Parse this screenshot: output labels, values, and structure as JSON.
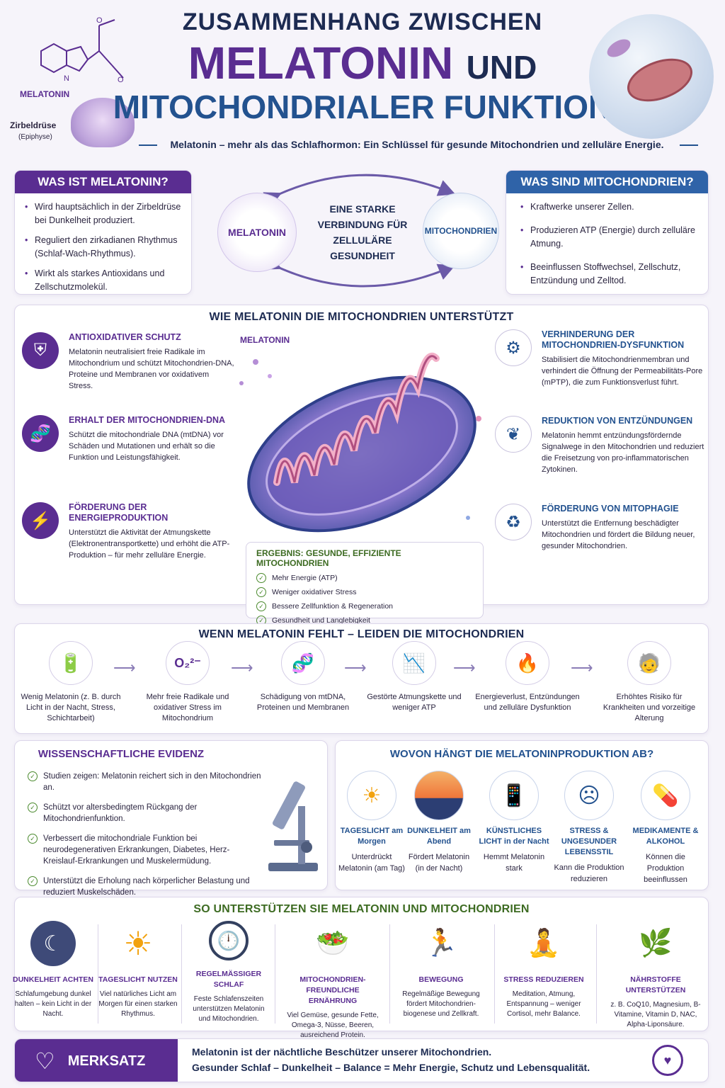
{
  "header": {
    "title_line1": "ZUSAMMENHANG ZWISCHEN",
    "title_melatonin": "MELATONIN",
    "title_und": "UND",
    "title_line3": "MITOCHONDRIALER FUNKTION",
    "subtitle": "Melatonin – mehr als das Schlafhormon: Ein Schlüssel für gesunde Mitochondrien und zelluläre Energie.",
    "molecule_label": "MELATONIN",
    "gland_label": "Zirbeldrüse",
    "gland_sub": "(Epiphyse)"
  },
  "was_melatonin": {
    "title": "WAS IST MELATONIN?",
    "items": [
      "Wird hauptsächlich in der Zirbeldrüse bei Dunkelheit produziert.",
      "Reguliert den zirkadianen Rhythmus (Schlaf-Wach-Rhythmus).",
      "Wirkt als starkes Antioxidans und Zellschutzmolekül."
    ]
  },
  "connection": {
    "left": "MELATONIN",
    "right": "MITOCHONDRIEN",
    "center": "EINE STARKE VERBINDUNG FÜR ZELLULÄRE GESUNDHEIT"
  },
  "was_mito": {
    "title": "WAS SIND MITOCHONDRIEN?",
    "items": [
      "Kraftwerke unserer Zellen.",
      "Produzieren ATP (Energie) durch zelluläre Atmung.",
      "Beeinflussen Stoffwechsel, Zellschutz, Entzündung und Zelltod."
    ]
  },
  "support": {
    "title": "WIE MELATONIN DIE MITOCHONDRIEN UNTERSTÜTZT",
    "mito_label": "MELATONIN",
    "left": [
      {
        "title": "ANTIOXIDATIVER SCHUTZ",
        "text": "Melatonin neutralisiert freie Radikale im Mitochondrium und schützt Mitochondrien-DNA, Proteine und Membranen vor oxidativem Stress.",
        "icon": "shield-icon"
      },
      {
        "title": "ERHALT DER MITOCHONDRIEN-DNA",
        "text": "Schützt die mitochondriale DNA (mtDNA) vor Schäden und Mutationen und erhält so die Funktion und Leistungsfähigkeit.",
        "icon": "dna-icon"
      },
      {
        "title": "FÖRDERUNG DER ENERGIEPRODUKTION",
        "text": "Unterstützt die Aktivität der Atmungskette (Elektronentransportkette) und erhöht die ATP-Produktion – für mehr zelluläre Energie.",
        "icon": "lightning-icon"
      }
    ],
    "right": [
      {
        "title": "VERHINDERUNG DER MITOCHONDRIEN-DYSFUNKTION",
        "text": "Stabilisiert die Mitochondrienmembran und verhindert die Öffnung der Permeabilitäts-Pore (mPTP), die zum Funktionsverlust führt.",
        "icon": "gears-icon"
      },
      {
        "title": "REDUKTION VON ENTZÜNDUNGEN",
        "text": "Melatonin hemmt entzündungsfördernde Signalwege in den Mitochondrien und reduziert die Freisetzung von pro-inflammatorischen Zytokinen.",
        "icon": "leaf-icon"
      },
      {
        "title": "FÖRDERUNG VON MITOPHAGIE",
        "text": "Unterstützt die Entfernung beschädigter Mitochondrien und fördert die Bildung neuer, gesunder Mitochondrien.",
        "icon": "recycle-icon"
      }
    ],
    "result_title": "ERGEBNIS: GESUNDE, EFFIZIENTE MITOCHONDRIEN",
    "result_items": [
      "Mehr Energie (ATP)",
      "Weniger oxidativer Stress",
      "Bessere Zellfunktion & Regeneration",
      "Gesundheit und Langlebigkeit"
    ]
  },
  "deficit": {
    "title": "WENN MELATONIN FEHLT – LEIDEN DIE MITOCHONDRIEN",
    "steps": [
      {
        "text": "Wenig Melatonin (z. B. durch Licht in der Nacht, Stress, Schichtarbeit)",
        "icon": "battery-low-icon"
      },
      {
        "text": "Mehr freie Radikale und oxidativer Stress im Mitochondrium",
        "icon": "radical-icon"
      },
      {
        "text": "Schädigung von mtDNA, Proteinen und Membranen",
        "icon": "dna-damage-icon"
      },
      {
        "text": "Gestörte Atmungskette und weniger ATP",
        "icon": "chart-down-icon"
      },
      {
        "text": "Energieverlust, Entzündungen und zelluläre Dysfunktion",
        "icon": "fire-icon"
      },
      {
        "text": "Erhöhtes Risiko für Krankheiten und vorzeitige Alterung",
        "icon": "elderly-icon"
      }
    ]
  },
  "evidence": {
    "title": "WISSENSCHAFTLICHE EVIDENZ",
    "items": [
      "Studien zeigen: Melatonin reichert sich in den Mitochondrien an.",
      "Schützt vor altersbedingtem Rückgang der Mitochondrienfunktion.",
      "Verbessert die mitochondriale Funktion bei neurodegenerativen Erkrankungen, Diabetes, Herz-Kreislauf-Erkrankungen und Muskelermüdung.",
      "Unterstützt die Erholung nach körperlicher Belastung und reduziert Muskelschäden."
    ]
  },
  "factors": {
    "title": "WOVON HÄNGT DIE MELATONINPRODUKTION AB?",
    "items": [
      {
        "title": "TAGESLICHT am Morgen",
        "text": "Unterdrückt Melatonin (am Tag)",
        "icon": "sun-icon"
      },
      {
        "title": "DUNKELHEIT am Abend",
        "text": "Fördert Melatonin (in der Nacht)",
        "icon": "sunset-icon"
      },
      {
        "title": "KÜNSTLICHES LICHT in der Nacht",
        "text": "Hemmt Melatonin stark",
        "icon": "phone-icon"
      },
      {
        "title": "STRESS & UNGESUNDER LEBENSSTIL",
        "text": "Kann die Produktion reduzieren",
        "icon": "stress-head-icon"
      },
      {
        "title": "MEDIKAMENTE & ALKOHOL",
        "text": "Können die Produktion beeinflussen",
        "icon": "medicine-icon"
      }
    ]
  },
  "tips": {
    "title": "SO UNTERSTÜTZEN SIE MELATONIN UND MITOCHONDRIEN",
    "items": [
      {
        "title": "DUNKELHEIT ACHTEN",
        "text": "Schlafumgebung dunkel halten – kein Licht in der Nacht.",
        "icon": "moon-icon"
      },
      {
        "title": "TAGESLICHT NUTZEN",
        "text": "Viel natürliches Licht am Morgen für einen starken Rhythmus.",
        "icon": "sun-icon"
      },
      {
        "title": "REGELMÄSSIGER SCHLAF",
        "text": "Feste Schlafenszeiten unterstützen Melatonin und Mitochondrien.",
        "icon": "clock-icon"
      },
      {
        "title": "MITOCHONDRIEN-FREUNDLICHE ERNÄHRUNG",
        "text": "Viel Gemüse, gesunde Fette, Omega-3, Nüsse, Beeren, ausreichend Protein.",
        "icon": "salad-icon"
      },
      {
        "title": "BEWEGUNG",
        "text": "Regelmäßige Bewegung fördert Mitochondrien-biogenese und Zellkraft.",
        "icon": "runner-icon"
      },
      {
        "title": "STRESS REDUZIEREN",
        "text": "Meditation, Atmung, Entspannung – weniger Cortisol, mehr Balance.",
        "icon": "meditation-icon"
      },
      {
        "title": "NÄHRSTOFFE UNTERSTÜTZEN",
        "text": "z. B. CoQ10, Magnesium, B-Vitamine, Vitamin D, NAC, Alpha-Liponsäure.",
        "icon": "plant-icon"
      }
    ]
  },
  "merksatz": {
    "label": "MERKSATZ",
    "line1": "Melatonin ist der nächtliche Beschützer unserer Mitochondrien.",
    "line2": "Gesunder Schlaf – Dunkelheit – Balance = Mehr Energie, Schutz und Lebensqualität."
  },
  "colors": {
    "purple": "#5a2d91",
    "blue": "#23528f",
    "green": "#4b8a2e"
  }
}
